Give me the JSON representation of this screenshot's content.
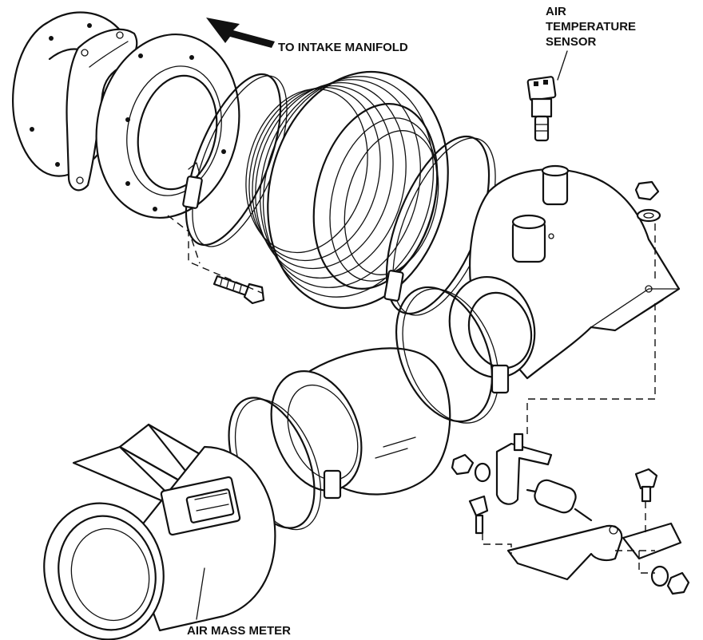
{
  "diagram": {
    "labels": {
      "to_intake_manifold": "TO INTAKE MANIFOLD",
      "air_temperature_sensor": [
        "AIR",
        "TEMPERATURE",
        "SENSOR"
      ],
      "air_mass_meter": "AIR MASS METER"
    },
    "components": [
      "intake-flange-plate",
      "flange-gasket",
      "adapter-ring",
      "hose-clamp",
      "bellows-hose",
      "throttle-housing",
      "air-temperature-sensor",
      "air-duct-hose",
      "air-mass-meter",
      "mounting-bracket",
      "rubber-mount",
      "nuts-and-washers",
      "bolts"
    ]
  }
}
